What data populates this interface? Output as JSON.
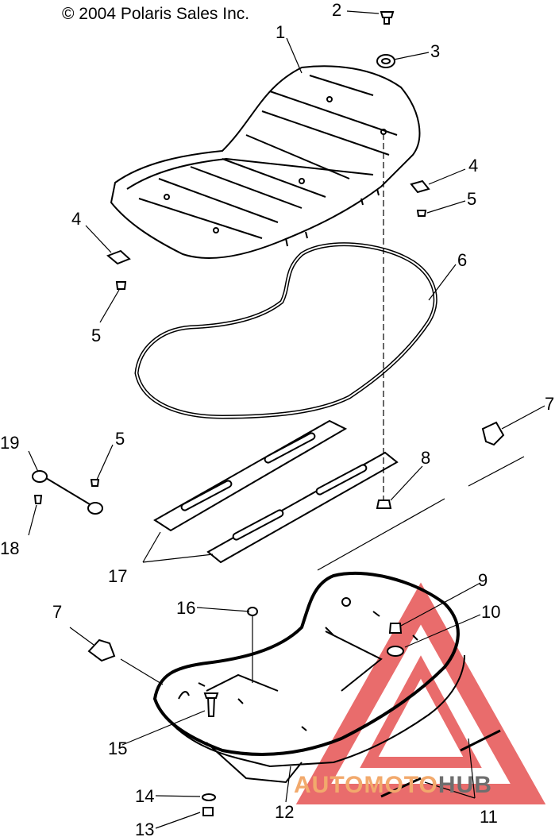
{
  "copyright": "© 2004 Polaris Sales Inc.",
  "watermark": {
    "part_a": "AUTOMOTO",
    "part_b": "HUB",
    "color_a": "#f2a96c",
    "color_b": "#6e6e6e",
    "triangle_color": "#e23b3b"
  },
  "callouts": {
    "c1": "1",
    "c2": "2",
    "c3": "3",
    "c4a": "4",
    "c4b": "4",
    "c5a": "5",
    "c5b": "5",
    "c5c": "5",
    "c6": "6",
    "c7a": "7",
    "c7b": "7",
    "c8": "8",
    "c9": "9",
    "c10": "10",
    "c11": "11",
    "c12": "12",
    "c13": "13",
    "c14": "14",
    "c15": "15",
    "c16": "16",
    "c17": "17",
    "c18": "18",
    "c19": "19"
  }
}
